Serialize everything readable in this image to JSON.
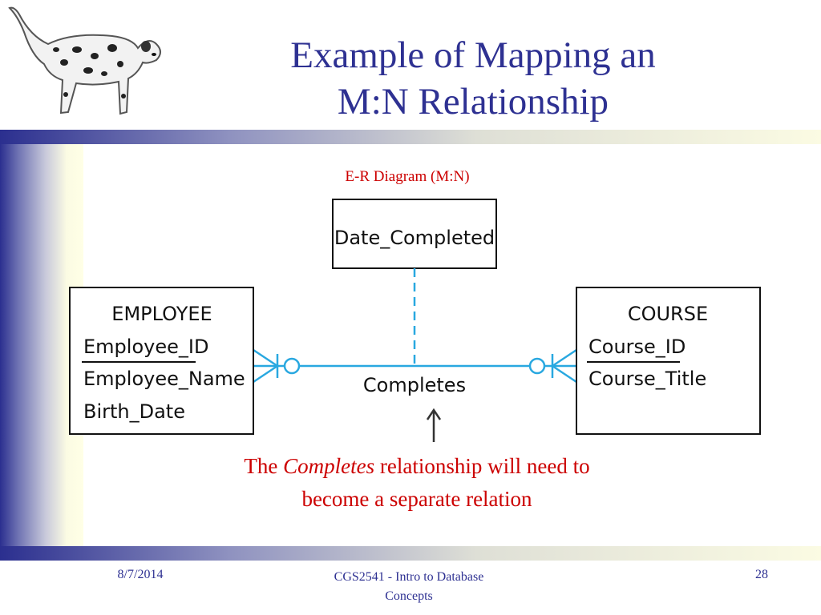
{
  "slide": {
    "title_line1": "Example of Mapping an",
    "title_line2": "M:N Relationship",
    "caption": "E-R Diagram (M:N)"
  },
  "diagram": {
    "attribute_box": {
      "label": "Date_Completed"
    },
    "relationship_label": "Completes",
    "entities": [
      {
        "name": "EMPLOYEE",
        "attributes": [
          "Employee_ID",
          "Employee_Name",
          "Birth_Date"
        ],
        "key": "Employee_ID"
      },
      {
        "name": "COURSE",
        "attributes": [
          "Course_ID",
          "Course_Title"
        ],
        "key": "Course_ID"
      }
    ],
    "line_color": "#29a8e0"
  },
  "note": {
    "prefix": "The ",
    "emphasis": "Completes",
    "line1_rest": " relationship will need to",
    "line2": "become a separate relation"
  },
  "footer": {
    "date": "8/7/2014",
    "course_line1": "CGS2541 - Intro to Database",
    "course_line2": "Concepts",
    "page": "28"
  },
  "colors": {
    "title": "#2e3192",
    "note": "#cc0000",
    "band_dark": "#2b2f8f",
    "band_light": "#fbfbe3"
  }
}
